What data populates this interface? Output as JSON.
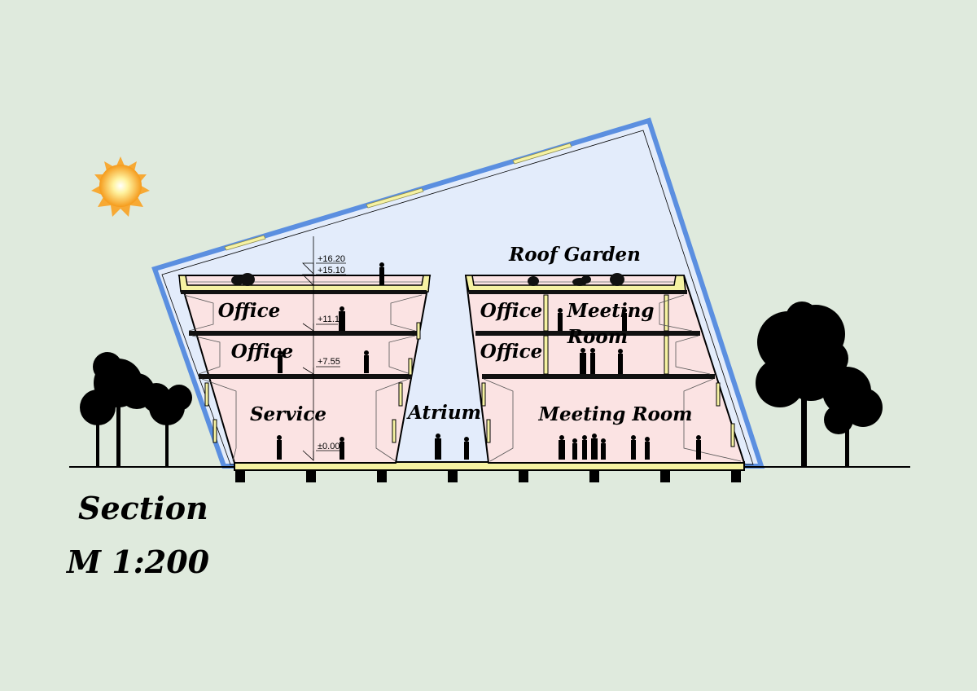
{
  "title": {
    "line1": "Section",
    "line2": "M 1:200"
  },
  "rooms": {
    "roof_garden": "Roof Garden",
    "office_left_upper": "Office",
    "office_left_lower": "Office",
    "service": "Service",
    "atrium": "Atrium",
    "office_right_upper": "Office",
    "office_right_lower": "Office",
    "meeting_room_upper_1": "Meeting",
    "meeting_room_upper_2": "Room",
    "meeting_room_ground": "Meeting Room"
  },
  "levels": [
    "+16.20",
    "+15.10",
    "+11.1",
    "+7.55",
    "±0.00"
  ],
  "colors": {
    "background": "#dfeadd",
    "glass": "#e3ecfb",
    "frame": "#5b8fe0",
    "rooms": "#fbe3e3",
    "sun": "#f7b733"
  }
}
